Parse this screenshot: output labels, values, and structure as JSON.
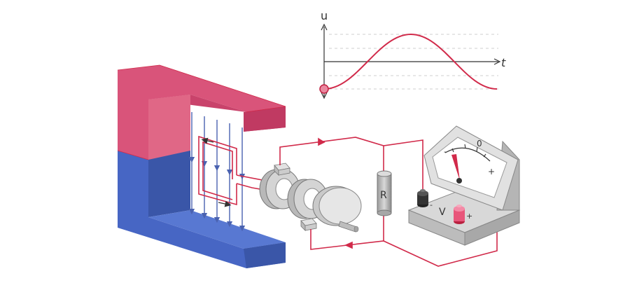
{
  "graph": {
    "y_axis_label": "u",
    "x_axis_label": "t"
  },
  "resistor": {
    "label": "R"
  },
  "voltmeter": {
    "scale_minus": "-",
    "scale_zero": "0",
    "scale_plus": "+",
    "unit_label": "V",
    "terminal_minus": "-",
    "terminal_plus": "+"
  },
  "colors": {
    "magnet_north": "#d9547a",
    "magnet_south": "#4766c4",
    "field_lines": "#4a62b0",
    "wire": "#d12a4a",
    "metal": "#c8c8c8",
    "background": "#ffffff"
  }
}
